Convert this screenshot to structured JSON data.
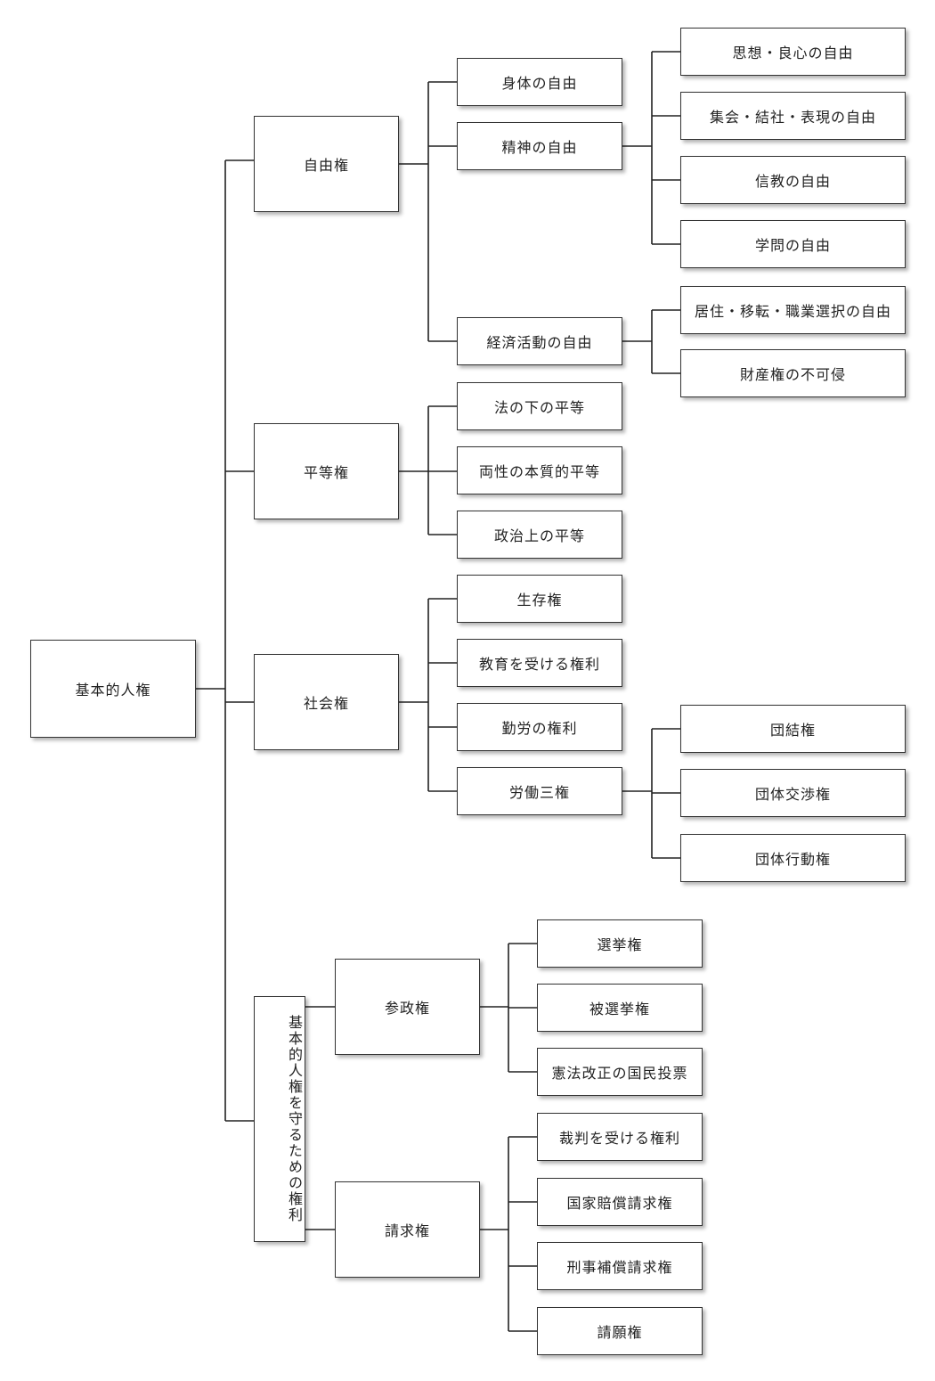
{
  "root": "基本的人権",
  "branches": {
    "freedom": {
      "label": "自由権",
      "physical": "身体の自由",
      "spiritual": {
        "label": "精神の自由",
        "items": [
          "思想・良心の自由",
          "集会・結社・表現の自由",
          "信教の自由",
          "学問の自由"
        ]
      },
      "economic": {
        "label": "経済活動の自由",
        "items": [
          "居住・移転・職業選択の自由",
          "財産権の不可侵"
        ]
      }
    },
    "equality": {
      "label": "平等権",
      "items": [
        "法の下の平等",
        "両性の本質的平等",
        "政治上の平等"
      ]
    },
    "social": {
      "label": "社会権",
      "items": [
        "生存権",
        "教育を受ける権利",
        "勤労の権利"
      ],
      "labor": {
        "label": "労働三権",
        "items": [
          "団結権",
          "団体交渉権",
          "団体行動権"
        ]
      }
    },
    "protection": {
      "label": "基本的人権を守るための権利",
      "participation": {
        "label": "参政権",
        "items": [
          "選挙権",
          "被選挙権",
          "憲法改正の国民投票"
        ]
      },
      "petition": {
        "label": "請求権",
        "items": [
          "裁判を受ける権利",
          "国家賠償請求権",
          "刑事補償請求権",
          "請願権"
        ]
      }
    }
  }
}
